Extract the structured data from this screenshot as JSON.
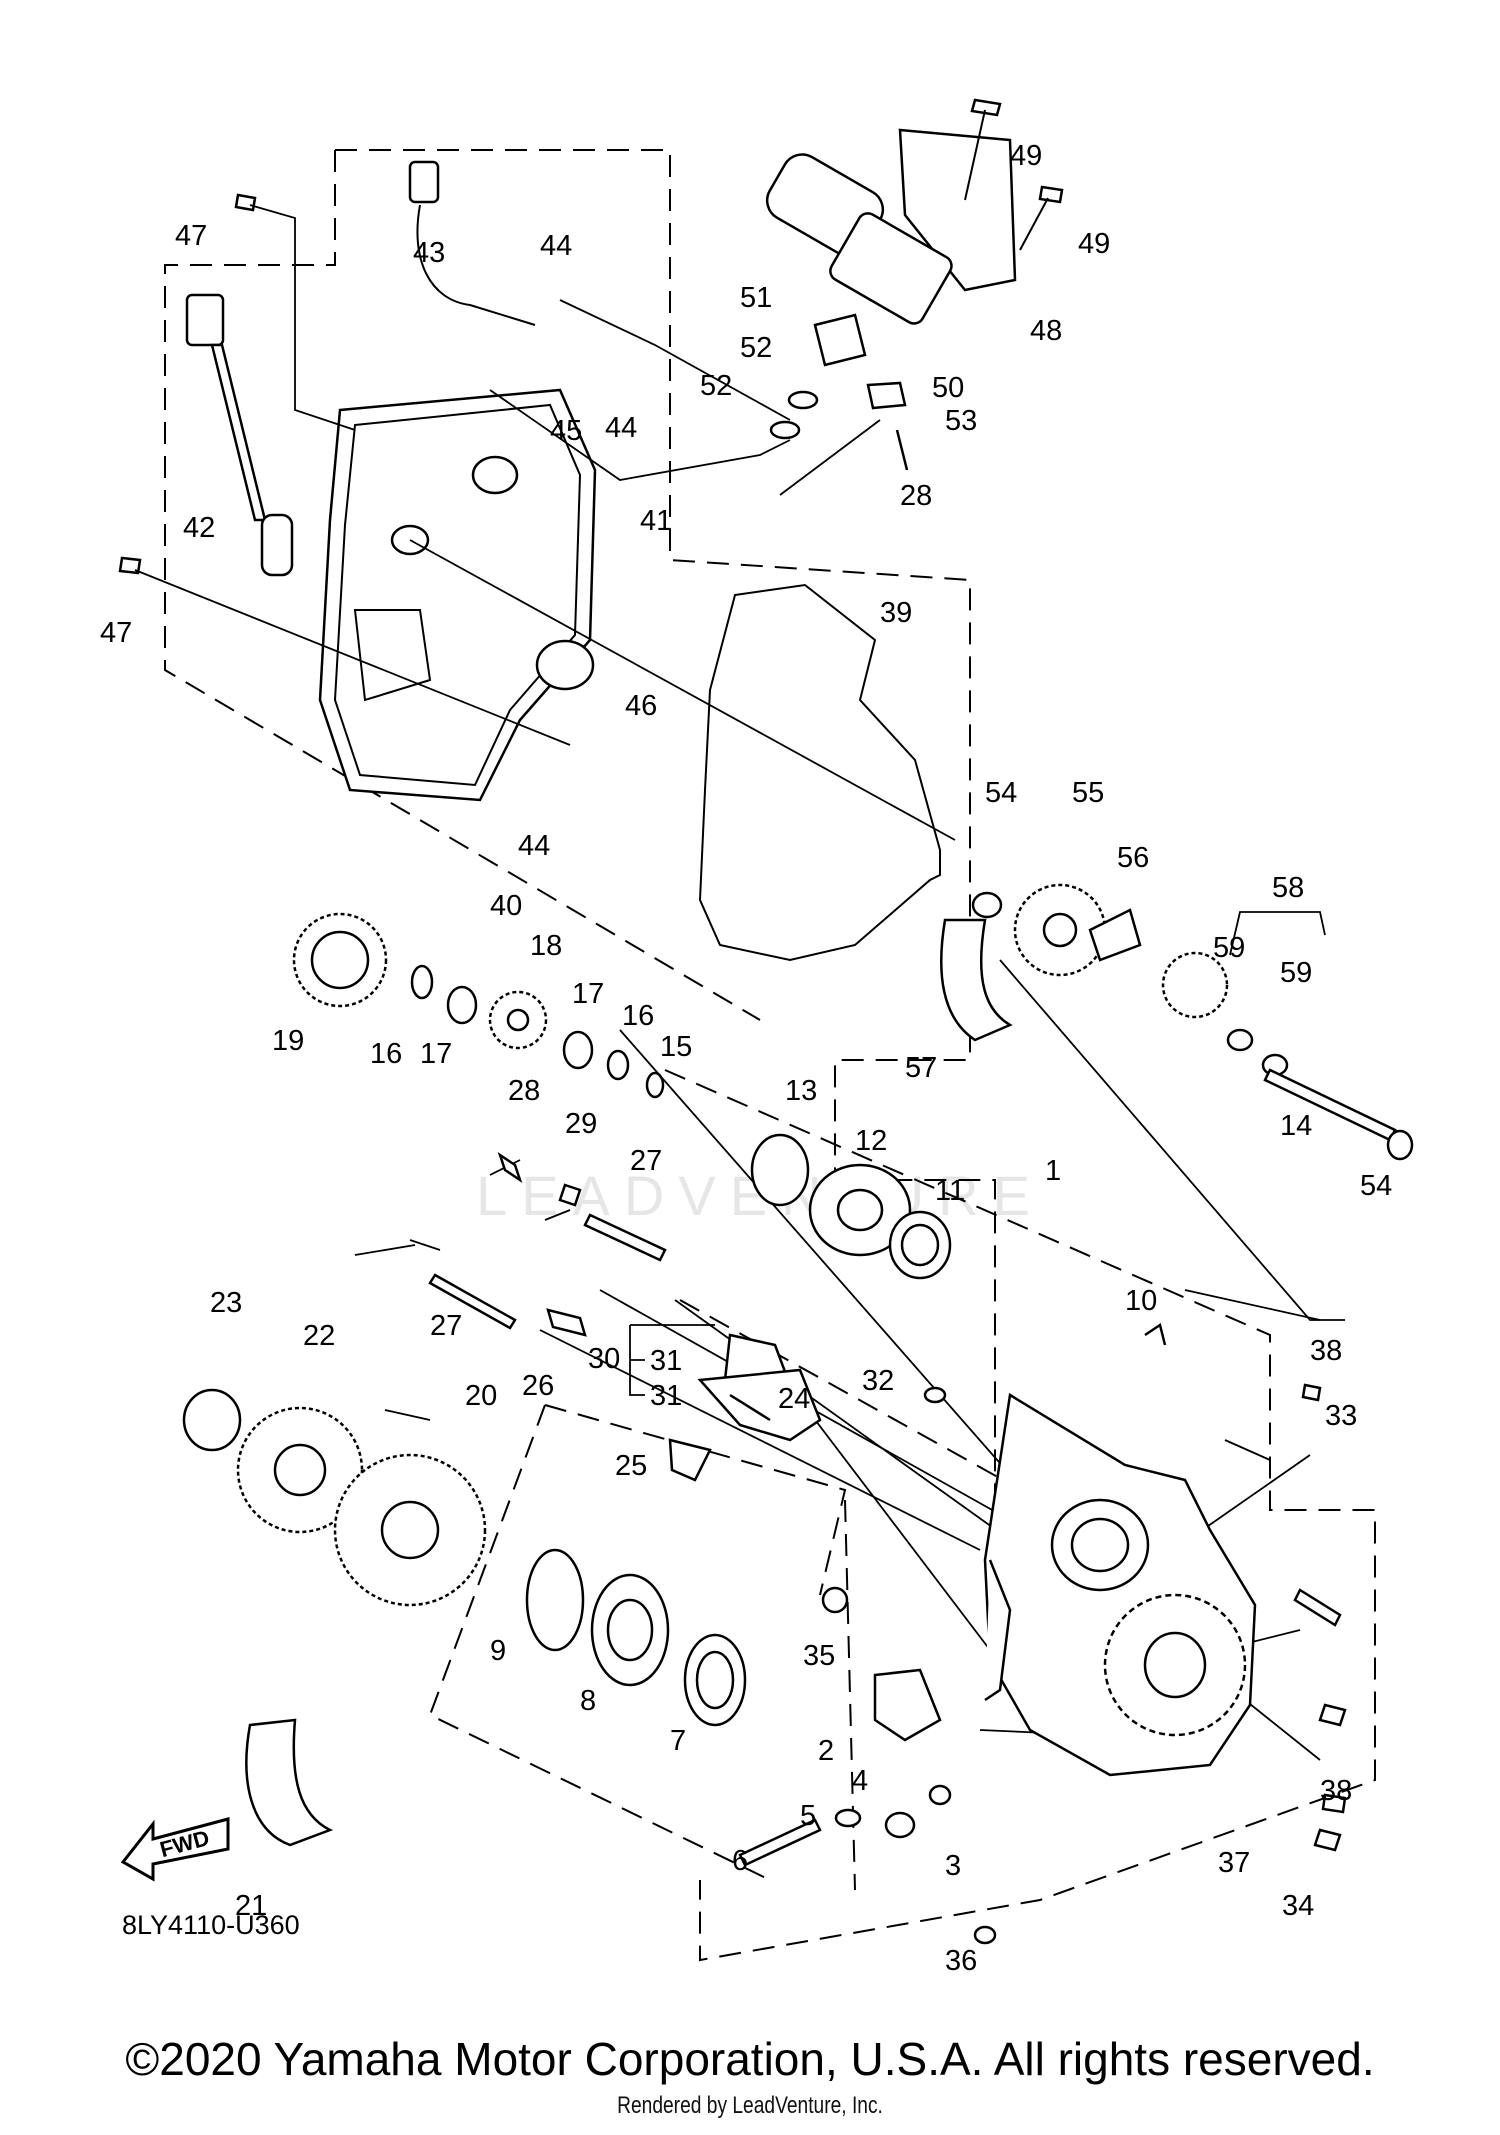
{
  "diagram": {
    "code": "8LY4110-U360",
    "fwd_label": "FWD",
    "copyright": "©2020 Yamaha Motor Corporation, U.S.A. All rights reserved.",
    "rendered_by": "Rendered by LeadVenture, Inc.",
    "watermark": "LEADVENTURE"
  },
  "callouts": [
    {
      "id": "c1",
      "text": "1"
    },
    {
      "id": "c2",
      "text": "2"
    },
    {
      "id": "c3",
      "text": "3"
    },
    {
      "id": "c4",
      "text": "4"
    },
    {
      "id": "c5",
      "text": "5"
    },
    {
      "id": "c6",
      "text": "6"
    },
    {
      "id": "c7",
      "text": "7"
    },
    {
      "id": "c8",
      "text": "8"
    },
    {
      "id": "c9",
      "text": "9"
    },
    {
      "id": "c10",
      "text": "10"
    },
    {
      "id": "c11",
      "text": "11"
    },
    {
      "id": "c12",
      "text": "12"
    },
    {
      "id": "c13",
      "text": "13"
    },
    {
      "id": "c14",
      "text": "14"
    },
    {
      "id": "c15",
      "text": "15"
    },
    {
      "id": "c16a",
      "text": "16"
    },
    {
      "id": "c16b",
      "text": "16"
    },
    {
      "id": "c17a",
      "text": "17"
    },
    {
      "id": "c17b",
      "text": "17"
    },
    {
      "id": "c18",
      "text": "18"
    },
    {
      "id": "c19",
      "text": "19"
    },
    {
      "id": "c20",
      "text": "20"
    },
    {
      "id": "c21",
      "text": "21"
    },
    {
      "id": "c22",
      "text": "22"
    },
    {
      "id": "c23",
      "text": "23"
    },
    {
      "id": "c24",
      "text": "24"
    },
    {
      "id": "c25",
      "text": "25"
    },
    {
      "id": "c26",
      "text": "26"
    },
    {
      "id": "c27a",
      "text": "27"
    },
    {
      "id": "c27b",
      "text": "27"
    },
    {
      "id": "c28a",
      "text": "28"
    },
    {
      "id": "c28b",
      "text": "28"
    },
    {
      "id": "c29",
      "text": "29"
    },
    {
      "id": "c30",
      "text": "30"
    },
    {
      "id": "c31a",
      "text": "31"
    },
    {
      "id": "c31b",
      "text": "31"
    },
    {
      "id": "c32",
      "text": "32"
    },
    {
      "id": "c33",
      "text": "33"
    },
    {
      "id": "c34",
      "text": "34"
    },
    {
      "id": "c35",
      "text": "35"
    },
    {
      "id": "c36",
      "text": "36"
    },
    {
      "id": "c37",
      "text": "37"
    },
    {
      "id": "c38a",
      "text": "38"
    },
    {
      "id": "c38b",
      "text": "38"
    },
    {
      "id": "c39",
      "text": "39"
    },
    {
      "id": "c40",
      "text": "40"
    },
    {
      "id": "c41",
      "text": "41"
    },
    {
      "id": "c42",
      "text": "42"
    },
    {
      "id": "c43",
      "text": "43"
    },
    {
      "id": "c44a",
      "text": "44"
    },
    {
      "id": "c44b",
      "text": "44"
    },
    {
      "id": "c44c",
      "text": "44"
    },
    {
      "id": "c45",
      "text": "45"
    },
    {
      "id": "c46",
      "text": "46"
    },
    {
      "id": "c47a",
      "text": "47"
    },
    {
      "id": "c47b",
      "text": "47"
    },
    {
      "id": "c48",
      "text": "48"
    },
    {
      "id": "c49a",
      "text": "49"
    },
    {
      "id": "c49b",
      "text": "49"
    },
    {
      "id": "c50",
      "text": "50"
    },
    {
      "id": "c51",
      "text": "51"
    },
    {
      "id": "c52a",
      "text": "52"
    },
    {
      "id": "c52b",
      "text": "52"
    },
    {
      "id": "c53",
      "text": "53"
    },
    {
      "id": "c54a",
      "text": "54"
    },
    {
      "id": "c54b",
      "text": "54"
    },
    {
      "id": "c55",
      "text": "55"
    },
    {
      "id": "c56",
      "text": "56"
    },
    {
      "id": "c57",
      "text": "57"
    },
    {
      "id": "c58",
      "text": "58"
    },
    {
      "id": "c59a",
      "text": "59"
    },
    {
      "id": "c59b",
      "text": "59"
    }
  ]
}
